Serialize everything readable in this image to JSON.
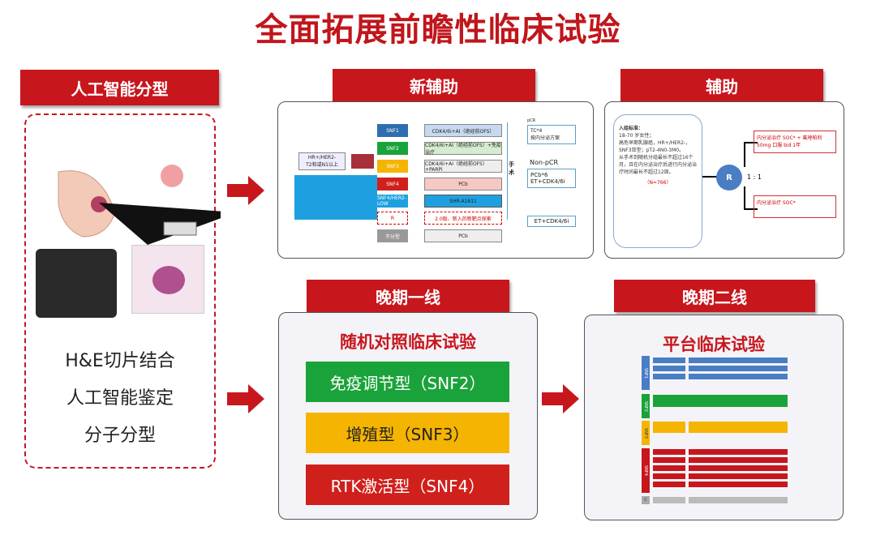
{
  "title": "全面拓展前瞻性临床试验",
  "left": {
    "header": "人工智能分型",
    "lines": [
      "H&E切片结合",
      "人工智能鉴定",
      "分子分型"
    ]
  },
  "neoadjuvant": {
    "header": "新辅助",
    "patient": "HR+/HER2-\nT2和或N1以上",
    "subgroups": [
      "SNF1",
      "SNF2",
      "SNF3",
      "SNF4",
      "SNF4/HER2-LOW",
      "R",
      "不分型"
    ],
    "treatments": [
      "CDK4/6i+AI（绝经前OFS）",
      "CDK4/6i+AI（绝经前OFS）+免疫治疗",
      "CDK4/6i+AI（绝经前OFS）+PARPi",
      "PCb",
      "SHR-A1811",
      "2.0版、新入的新靶点探索",
      "PCb"
    ],
    "surgery": "手术",
    "pcr": "pCR",
    "nonpcr": "Non-pCR",
    "out1": "TC*4\n按内分泌方案",
    "out2": "PCb*6\nET+CDK4/6i",
    "out3": "ET+CDK4/6i"
  },
  "adjuvant": {
    "header": "辅助",
    "criteria_title": "入组标准：",
    "criteria": [
      "18-70 岁女性；",
      "高危早期乳腺癌，HR+/HER2-，SNF3亚型；pT2-4N0-3M0。",
      "从手术到随机分组最长不超过16个月，且在内分泌治疗后进行内分泌治疗时间最长不超过12周。"
    ],
    "n": "（N=766）",
    "r": "R",
    "ratio": "1 : 1",
    "arm1": "内分泌治疗 SOC* + 氟唑帕利 50mg 口服 bid 1年",
    "arm2": "内分泌治疗 SOC*"
  },
  "first_line": {
    "header": "晚期一线",
    "subtitle": "随机对照临床试验",
    "bars": [
      "免疫调节型（SNF2）",
      "增殖型（SNF3）",
      "RTK激活型（SNF4）"
    ]
  },
  "second_line": {
    "header": "晚期二线",
    "subtitle": "平台临床试验",
    "groups": [
      "SNF1",
      "SNF2",
      "SNF3",
      "SNF4",
      "C"
    ]
  },
  "colors": {
    "red": "#c8161d",
    "green": "#1aa33a",
    "orange": "#f5b400",
    "blue": "#4a7ec4"
  }
}
